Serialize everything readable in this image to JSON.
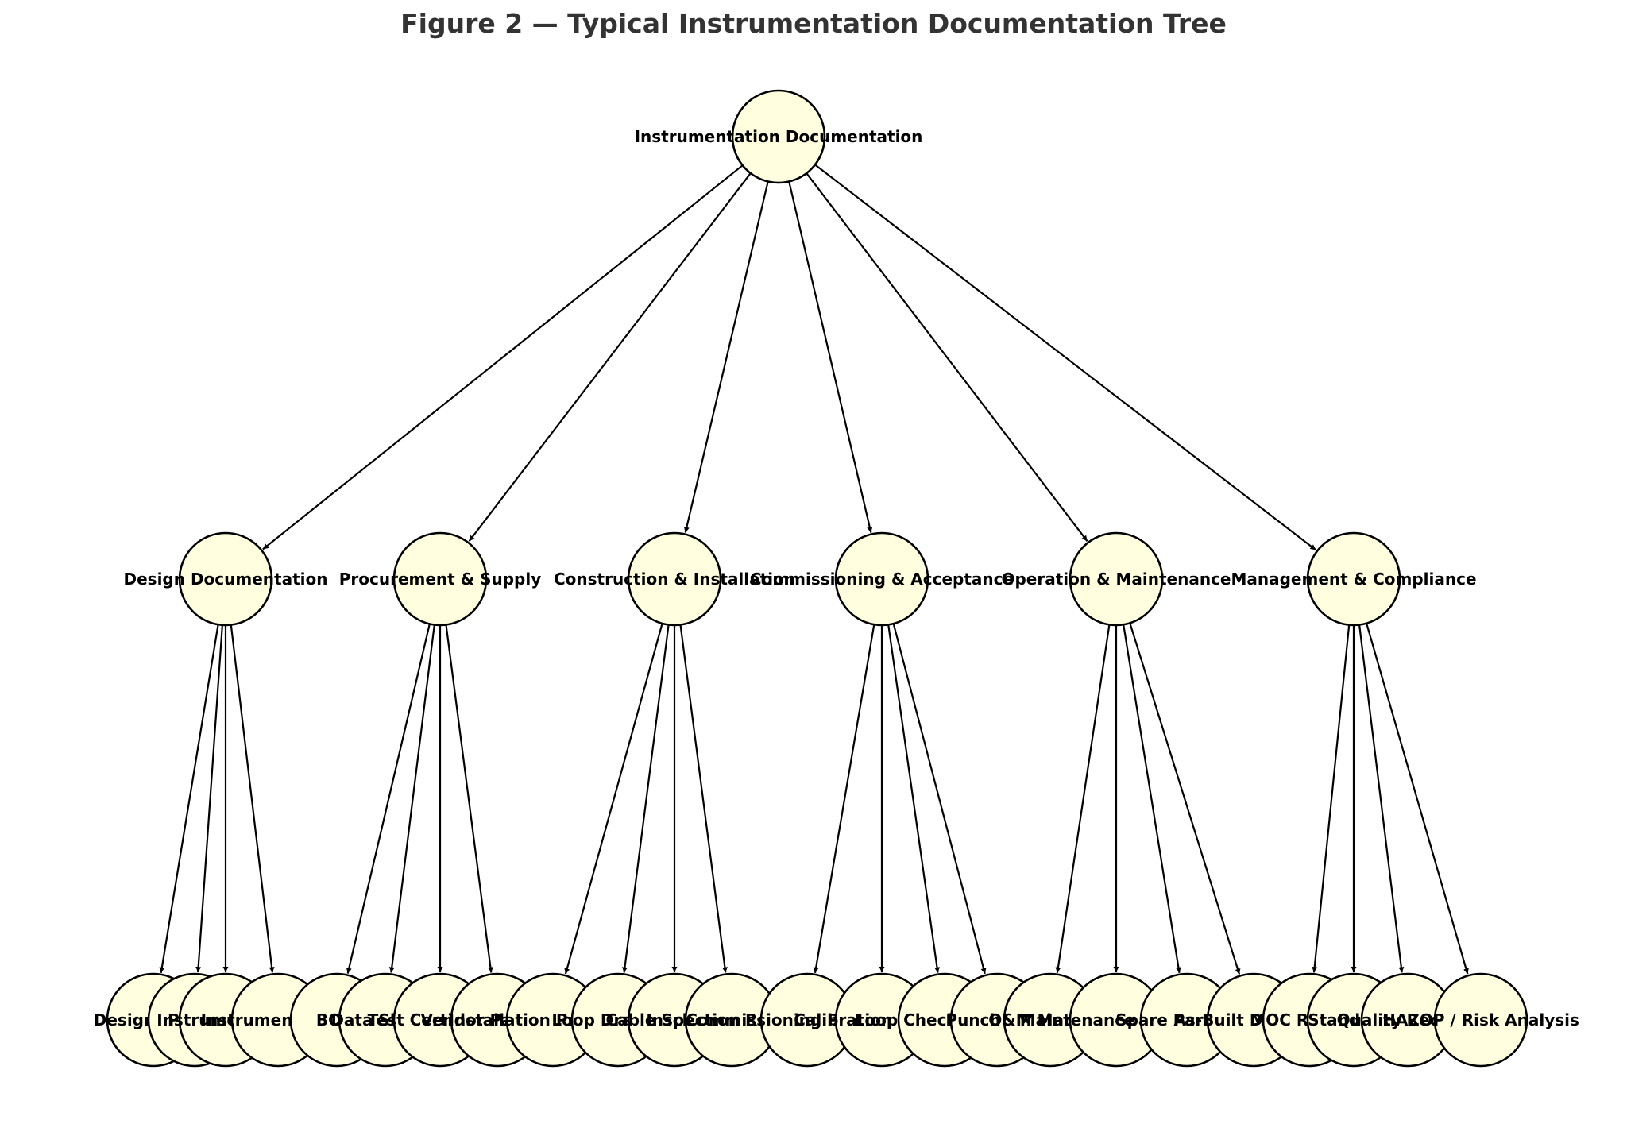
{
  "figure": {
    "title": "Figure 2 — Typical Instrumentation Documentation Tree"
  },
  "colors": {
    "node_fill": "#ffffe0",
    "node_stroke": "#000000",
    "edge": "#000000",
    "title": "#333333"
  },
  "tree": {
    "label": "Instrumentation Documentation",
    "children": [
      {
        "label": "Design Documentation",
        "children": [
          {
            "label": "Design Specs"
          },
          {
            "label": "P&IDs"
          },
          {
            "label": "Instrument List"
          },
          {
            "label": "Instrument Index"
          }
        ]
      },
      {
        "label": "Procurement & Supply",
        "children": [
          {
            "label": "BOM"
          },
          {
            "label": "Data Sheets"
          },
          {
            "label": "Test Certificates"
          },
          {
            "label": "Vendor Packages"
          }
        ]
      },
      {
        "label": "Construction & Installation",
        "children": [
          {
            "label": "Installation Procedures"
          },
          {
            "label": "Loop Drawings"
          },
          {
            "label": "Cable Schedule"
          },
          {
            "label": "Inspection Records"
          }
        ]
      },
      {
        "label": "Commissioning & Acceptance",
        "children": [
          {
            "label": "Commissioning Procedures"
          },
          {
            "label": "Calibration Records"
          },
          {
            "label": "Loop Check Records"
          },
          {
            "label": "Punch Lists"
          }
        ]
      },
      {
        "label": "Operation & Maintenance",
        "children": [
          {
            "label": "O&M Manuals"
          },
          {
            "label": "Maintenance Records"
          },
          {
            "label": "Spare Parts List"
          },
          {
            "label": "As-Built Drawings"
          }
        ]
      },
      {
        "label": "Management & Compliance",
        "children": [
          {
            "label": "MOC Records"
          },
          {
            "label": "Standards"
          },
          {
            "label": "Quality Records"
          },
          {
            "label": "HAZOP / Risk Analysis"
          }
        ]
      }
    ]
  }
}
